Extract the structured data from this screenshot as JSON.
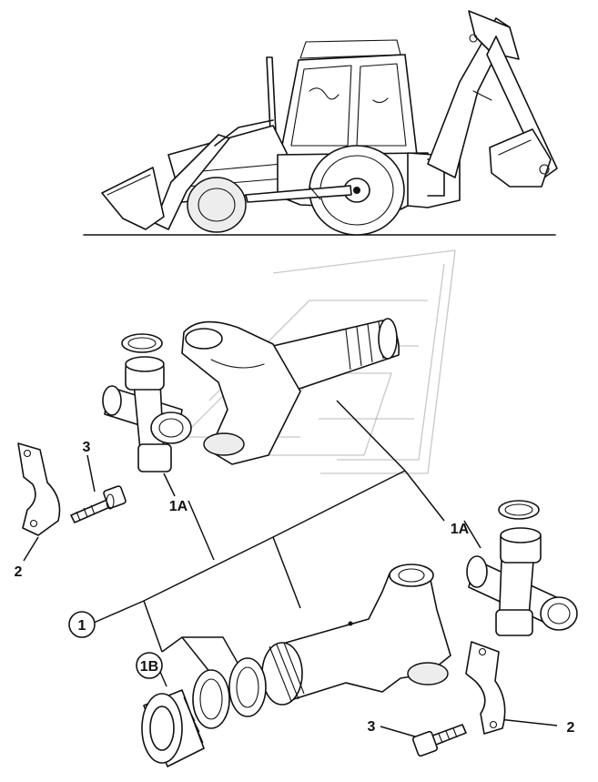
{
  "callouts": {
    "assembly": "1",
    "universal_joint_top": "1A",
    "universal_joint_right": "1A",
    "seal_kit": "1B",
    "guard_left": "2",
    "guard_right": "2",
    "bolt_top": "3",
    "bolt_bottom": "3"
  }
}
